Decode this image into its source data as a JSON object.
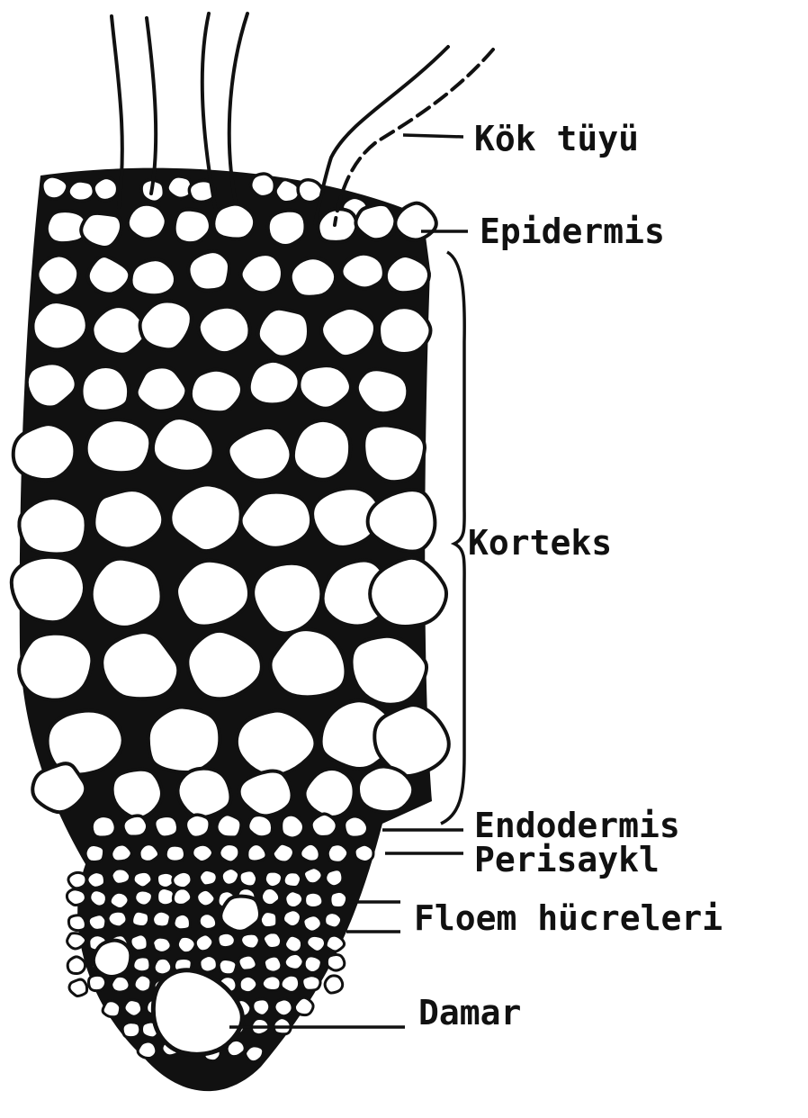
{
  "diagram": {
    "labels": {
      "root_hair": "Kök tüyü",
      "epidermis": "Epidermis",
      "cortex": "Korteks",
      "endodermis": "Endodermis",
      "pericycle": "Perisaykl",
      "phloem": "Floem hücreleri",
      "vessel": "Damar"
    },
    "colors": {
      "ink": "#111111",
      "paper": "#ffffff"
    }
  }
}
